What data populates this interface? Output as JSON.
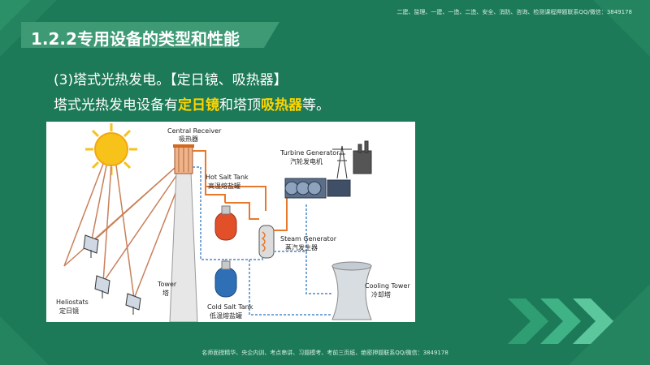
{
  "watermarks": {
    "top": "二建、监理、一建、一造、二造、安全、消防、咨询、检测课程押题联系QQ/微信：3849178",
    "bottom": "名师面授精华、央企内训、考点串讲、习题模考、考前三页纸、绝密押题联系QQ/微信：3849178"
  },
  "slide": {
    "title": "1.2.2专用设备的类型和性能",
    "subtitle": "(3)塔式光热发电。【定日镜、吸热器】",
    "desc": {
      "prefix": "塔式光热发电设备有",
      "hl1": "定日镜",
      "mid": "和塔顶",
      "hl2": "吸热器",
      "suffix": "等。"
    }
  },
  "diagram": {
    "labels": {
      "central_receiver_en": "Central Receiver",
      "central_receiver_zh": "吸热器",
      "hot_tank_en": "Hot Salt Tank",
      "hot_tank_zh": "高温熔盐罐",
      "turbine_en": "Turbine Generator",
      "turbine_zh": "汽轮发电机",
      "steam_en": "Steam Generator",
      "steam_zh": "蒸汽发生器",
      "heliostats_en": "Heliostats",
      "heliostats_zh": "定日镜",
      "tower_en": "Tower",
      "tower_zh": "塔",
      "cold_tank_en": "Cold Salt Tank",
      "cold_tank_zh": "低温熔盐罐",
      "cooling_en": "Cooling Tower",
      "cooling_zh": "冷却塔"
    },
    "colors": {
      "sun": "#f7c21a",
      "hot_tank": "#e2502a",
      "cold_tank": "#2f6fb6",
      "hot_line": "#e8782a",
      "cold_line": "#7aa6d6"
    }
  }
}
